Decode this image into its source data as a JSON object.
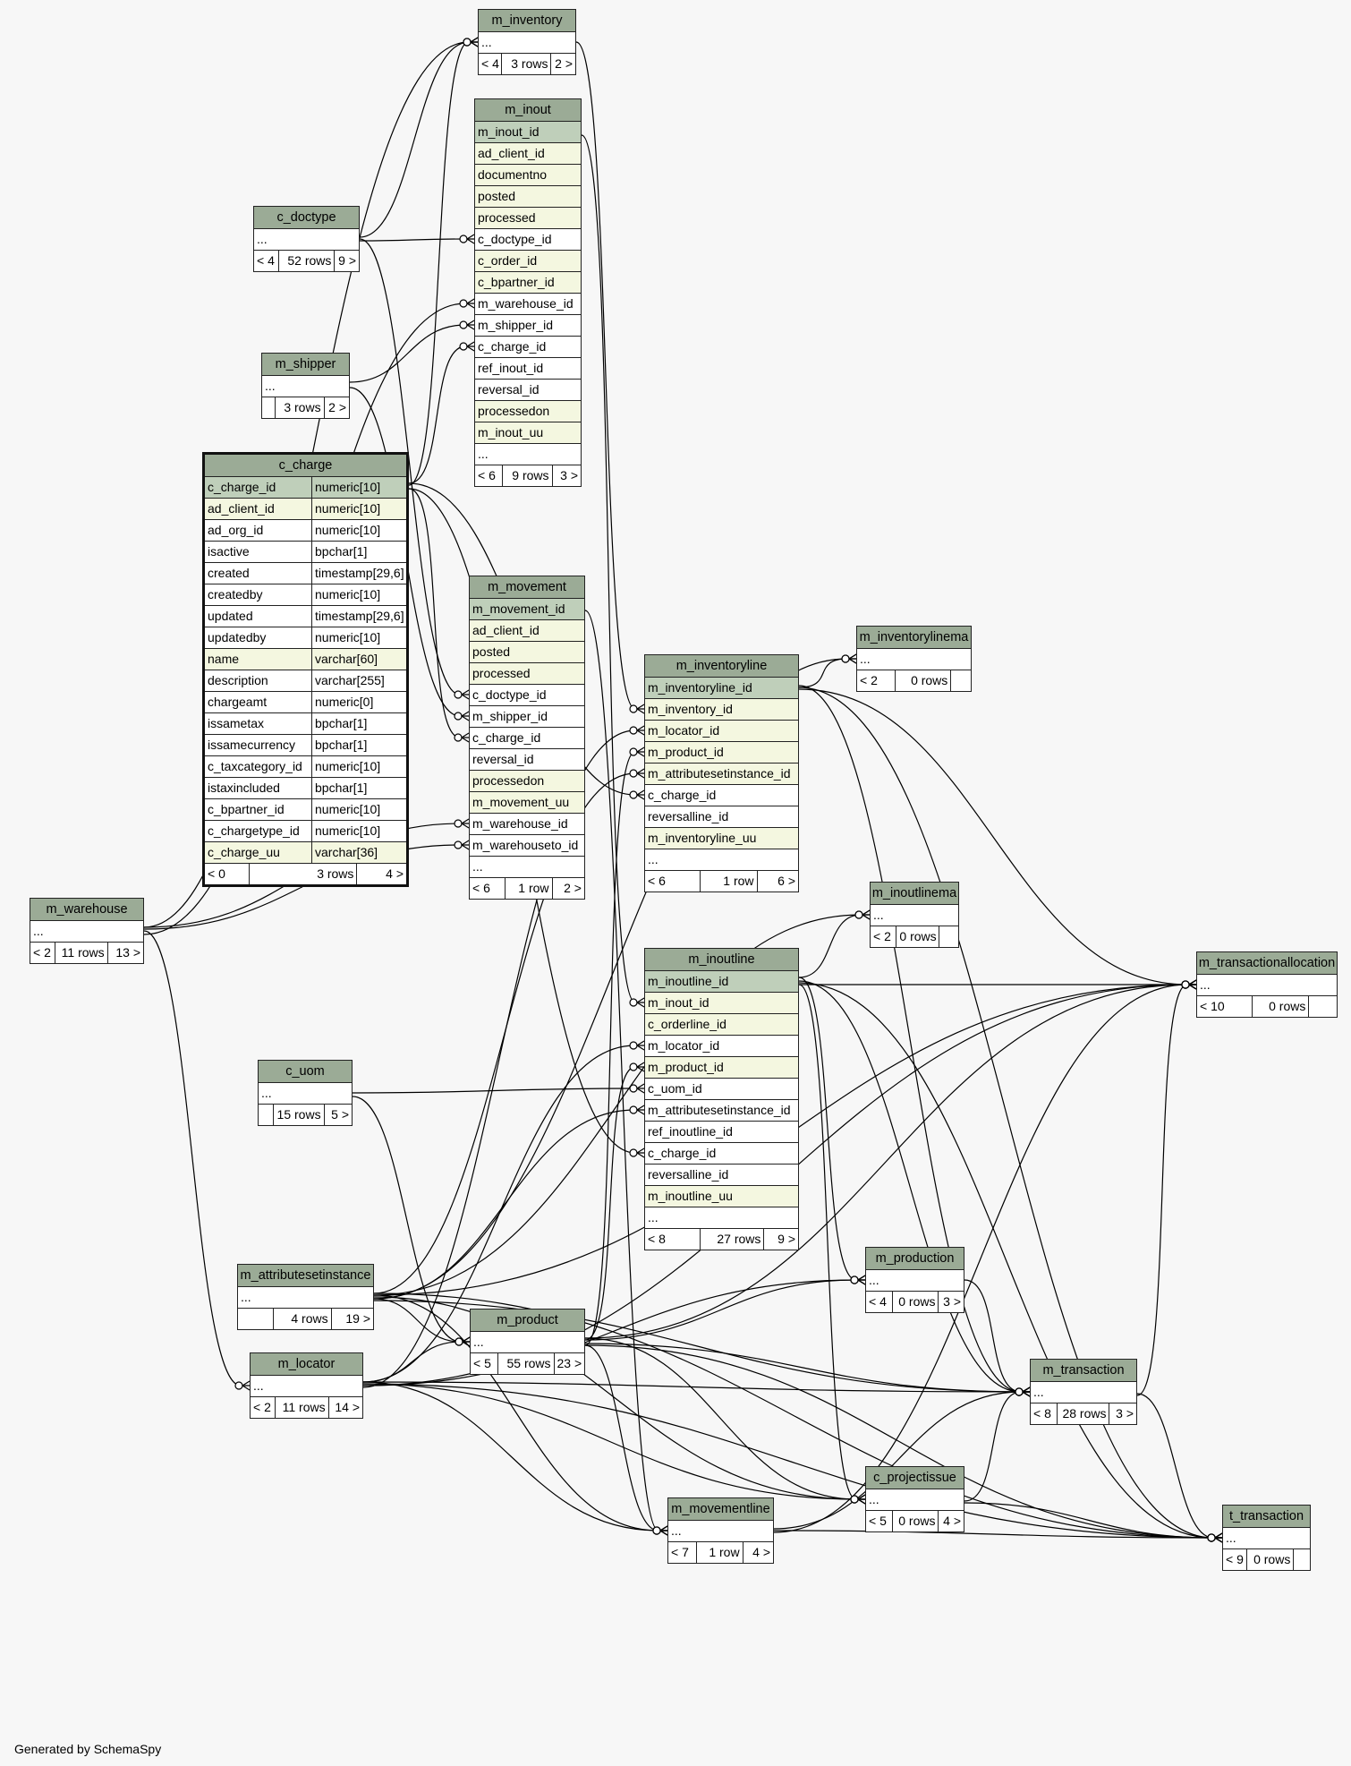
{
  "footer": "Generated by SchemaSpy",
  "colors": {
    "header": "#9bab96",
    "pk_row": "#bfcfba",
    "index_row": "#f4f7e0",
    "background": "#f7f7f7",
    "edge": "#000000"
  },
  "tables": {
    "m_inventory": {
      "name": "m_inventory",
      "rows": [
        {
          "label": "...",
          "kind": "plain"
        }
      ],
      "footer": {
        "parents": "< 4",
        "rowcount": "3 rows",
        "children": "2 >"
      }
    },
    "m_inout": {
      "name": "m_inout",
      "rows": [
        {
          "label": "m_inout_id",
          "kind": "pk"
        },
        {
          "label": "ad_client_id",
          "kind": "ix"
        },
        {
          "label": "documentno",
          "kind": "ix"
        },
        {
          "label": "posted",
          "kind": "ix"
        },
        {
          "label": "processed",
          "kind": "ix"
        },
        {
          "label": "c_doctype_id",
          "kind": "plain"
        },
        {
          "label": "c_order_id",
          "kind": "ix"
        },
        {
          "label": "c_bpartner_id",
          "kind": "ix"
        },
        {
          "label": "m_warehouse_id",
          "kind": "plain"
        },
        {
          "label": "m_shipper_id",
          "kind": "plain"
        },
        {
          "label": "c_charge_id",
          "kind": "plain"
        },
        {
          "label": "ref_inout_id",
          "kind": "plain"
        },
        {
          "label": "reversal_id",
          "kind": "plain"
        },
        {
          "label": "processedon",
          "kind": "ix"
        },
        {
          "label": "m_inout_uu",
          "kind": "ix"
        },
        {
          "label": "...",
          "kind": "plain"
        }
      ],
      "footer": {
        "parents": "< 6",
        "rowcount": "9 rows",
        "children": "3 >"
      }
    },
    "c_doctype": {
      "name": "c_doctype",
      "rows": [
        {
          "label": "...",
          "kind": "plain"
        }
      ],
      "footer": {
        "parents": "< 4",
        "rowcount": "52 rows",
        "children": "9 >"
      }
    },
    "m_shipper": {
      "name": "m_shipper",
      "rows": [
        {
          "label": "...",
          "kind": "plain"
        }
      ],
      "footer": {
        "parents": "",
        "rowcount": "3 rows",
        "children": "2 >"
      }
    },
    "c_charge": {
      "name": "c_charge",
      "rows": [
        {
          "label": "c_charge_id",
          "type": "numeric[10]",
          "kind": "pk"
        },
        {
          "label": "ad_client_id",
          "type": "numeric[10]",
          "kind": "ix"
        },
        {
          "label": "ad_org_id",
          "type": "numeric[10]",
          "kind": "plain"
        },
        {
          "label": "isactive",
          "type": "bpchar[1]",
          "kind": "plain"
        },
        {
          "label": "created",
          "type": "timestamp[29,6]",
          "kind": "plain"
        },
        {
          "label": "createdby",
          "type": "numeric[10]",
          "kind": "plain"
        },
        {
          "label": "updated",
          "type": "timestamp[29,6]",
          "kind": "plain"
        },
        {
          "label": "updatedby",
          "type": "numeric[10]",
          "kind": "plain"
        },
        {
          "label": "name",
          "type": "varchar[60]",
          "kind": "ix"
        },
        {
          "label": "description",
          "type": "varchar[255]",
          "kind": "plain"
        },
        {
          "label": "chargeamt",
          "type": "numeric[0]",
          "kind": "plain"
        },
        {
          "label": "issametax",
          "type": "bpchar[1]",
          "kind": "plain"
        },
        {
          "label": "issamecurrency",
          "type": "bpchar[1]",
          "kind": "plain"
        },
        {
          "label": "c_taxcategory_id",
          "type": "numeric[10]",
          "kind": "plain"
        },
        {
          "label": "istaxincluded",
          "type": "bpchar[1]",
          "kind": "plain"
        },
        {
          "label": "c_bpartner_id",
          "type": "numeric[10]",
          "kind": "plain"
        },
        {
          "label": "c_chargetype_id",
          "type": "numeric[10]",
          "kind": "plain"
        },
        {
          "label": "c_charge_uu",
          "type": "varchar[36]",
          "kind": "ix"
        }
      ],
      "footer": {
        "parents": "< 0",
        "rowcount": "3 rows",
        "children": "4 >"
      }
    },
    "m_movement": {
      "name": "m_movement",
      "rows": [
        {
          "label": "m_movement_id",
          "kind": "pk"
        },
        {
          "label": "ad_client_id",
          "kind": "ix"
        },
        {
          "label": "posted",
          "kind": "ix"
        },
        {
          "label": "processed",
          "kind": "ix"
        },
        {
          "label": "c_doctype_id",
          "kind": "plain"
        },
        {
          "label": "m_shipper_id",
          "kind": "plain"
        },
        {
          "label": "c_charge_id",
          "kind": "plain"
        },
        {
          "label": "reversal_id",
          "kind": "plain"
        },
        {
          "label": "processedon",
          "kind": "ix"
        },
        {
          "label": "m_movement_uu",
          "kind": "ix"
        },
        {
          "label": "m_warehouse_id",
          "kind": "plain"
        },
        {
          "label": "m_warehouseto_id",
          "kind": "plain"
        },
        {
          "label": "...",
          "kind": "plain"
        }
      ],
      "footer": {
        "parents": "< 6",
        "rowcount": "1 row",
        "children": "2 >"
      }
    },
    "m_inventoryline": {
      "name": "m_inventoryline",
      "rows": [
        {
          "label": "m_inventoryline_id",
          "kind": "pk"
        },
        {
          "label": "m_inventory_id",
          "kind": "ix"
        },
        {
          "label": "m_locator_id",
          "kind": "ix"
        },
        {
          "label": "m_product_id",
          "kind": "ix"
        },
        {
          "label": "m_attributesetinstance_id",
          "kind": "ix"
        },
        {
          "label": "c_charge_id",
          "kind": "plain"
        },
        {
          "label": "reversalline_id",
          "kind": "plain"
        },
        {
          "label": "m_inventoryline_uu",
          "kind": "ix"
        },
        {
          "label": "...",
          "kind": "plain"
        }
      ],
      "footer": {
        "parents": "< 6",
        "rowcount": "1 row",
        "children": "6 >"
      }
    },
    "m_inventorylinema": {
      "name": "m_inventorylinema",
      "rows": [
        {
          "label": "...",
          "kind": "plain"
        }
      ],
      "footer": {
        "parents": "< 2",
        "rowcount": "0 rows",
        "children": ""
      }
    },
    "m_warehouse": {
      "name": "m_warehouse",
      "rows": [
        {
          "label": "...",
          "kind": "plain"
        }
      ],
      "footer": {
        "parents": "< 2",
        "rowcount": "11 rows",
        "children": "13 >"
      }
    },
    "m_inoutlinema": {
      "name": "m_inoutlinema",
      "rows": [
        {
          "label": "...",
          "kind": "plain"
        }
      ],
      "footer": {
        "parents": "< 2",
        "rowcount": "0 rows",
        "children": ""
      }
    },
    "m_inoutline": {
      "name": "m_inoutline",
      "rows": [
        {
          "label": "m_inoutline_id",
          "kind": "pk"
        },
        {
          "label": "m_inout_id",
          "kind": "ix"
        },
        {
          "label": "c_orderline_id",
          "kind": "ix"
        },
        {
          "label": "m_locator_id",
          "kind": "plain"
        },
        {
          "label": "m_product_id",
          "kind": "ix"
        },
        {
          "label": "c_uom_id",
          "kind": "plain"
        },
        {
          "label": "m_attributesetinstance_id",
          "kind": "plain"
        },
        {
          "label": "ref_inoutline_id",
          "kind": "plain"
        },
        {
          "label": "c_charge_id",
          "kind": "plain"
        },
        {
          "label": "reversalline_id",
          "kind": "plain"
        },
        {
          "label": "m_inoutline_uu",
          "kind": "ix"
        },
        {
          "label": "...",
          "kind": "plain"
        }
      ],
      "footer": {
        "parents": "< 8",
        "rowcount": "27 rows",
        "children": "9 >"
      }
    },
    "m_transactionallocation": {
      "name": "m_transactionallocation",
      "rows": [
        {
          "label": "...",
          "kind": "plain"
        }
      ],
      "footer": {
        "parents": "< 10",
        "rowcount": "0 rows",
        "children": ""
      }
    },
    "c_uom": {
      "name": "c_uom",
      "rows": [
        {
          "label": "...",
          "kind": "plain"
        }
      ],
      "footer": {
        "parents": "",
        "rowcount": "15 rows",
        "children": "5 >"
      }
    },
    "m_attributesetinstance": {
      "name": "m_attributesetinstance",
      "rows": [
        {
          "label": "...",
          "kind": "plain"
        }
      ],
      "footer": {
        "parents": "",
        "rowcount": "4 rows",
        "children": "19 >"
      }
    },
    "m_production": {
      "name": "m_production",
      "rows": [
        {
          "label": "...",
          "kind": "plain"
        }
      ],
      "footer": {
        "parents": "< 4",
        "rowcount": "0 rows",
        "children": "3 >"
      }
    },
    "m_product": {
      "name": "m_product",
      "rows": [
        {
          "label": "...",
          "kind": "plain"
        }
      ],
      "footer": {
        "parents": "< 5",
        "rowcount": "55 rows",
        "children": "23 >"
      }
    },
    "m_locator": {
      "name": "m_locator",
      "rows": [
        {
          "label": "...",
          "kind": "plain"
        }
      ],
      "footer": {
        "parents": "< 2",
        "rowcount": "11 rows",
        "children": "14 >"
      }
    },
    "m_transaction": {
      "name": "m_transaction",
      "rows": [
        {
          "label": "...",
          "kind": "plain"
        }
      ],
      "footer": {
        "parents": "< 8",
        "rowcount": "28 rows",
        "children": "3 >"
      }
    },
    "c_projectissue": {
      "name": "c_projectissue",
      "rows": [
        {
          "label": "...",
          "kind": "plain"
        }
      ],
      "footer": {
        "parents": "< 5",
        "rowcount": "0 rows",
        "children": "4 >"
      }
    },
    "m_movementline": {
      "name": "m_movementline",
      "rows": [
        {
          "label": "...",
          "kind": "plain"
        }
      ],
      "footer": {
        "parents": "< 7",
        "rowcount": "1 row",
        "children": "4 >"
      }
    },
    "t_transaction": {
      "name": "t_transaction",
      "rows": [
        {
          "label": "...",
          "kind": "plain"
        }
      ],
      "footer": {
        "parents": "< 9",
        "rowcount": "0 rows",
        "children": ""
      }
    }
  },
  "relationships": [
    {
      "from": "m_warehouse",
      "to": "m_inventory"
    },
    {
      "from": "c_doctype",
      "to": "m_inventory"
    },
    {
      "from": "c_charge",
      "to": "m_inventory"
    },
    {
      "from": "c_doctype",
      "to": "m_inout.c_doctype_id"
    },
    {
      "from": "m_warehouse",
      "to": "m_inout.m_warehouse_id"
    },
    {
      "from": "m_shipper",
      "to": "m_inout.m_shipper_id"
    },
    {
      "from": "c_charge",
      "to": "m_inout.c_charge_id"
    },
    {
      "from": "c_doctype",
      "to": "m_movement.c_doctype_id"
    },
    {
      "from": "m_shipper",
      "to": "m_movement.m_shipper_id"
    },
    {
      "from": "c_charge",
      "to": "m_movement.c_charge_id"
    },
    {
      "from": "m_warehouse",
      "to": "m_movement.m_warehouse_id"
    },
    {
      "from": "m_warehouse",
      "to": "m_movement.m_warehouseto_id"
    },
    {
      "from": "m_inventory",
      "to": "m_inventoryline.m_inventory_id"
    },
    {
      "from": "m_locator",
      "to": "m_inventoryline.m_locator_id"
    },
    {
      "from": "m_product",
      "to": "m_inventoryline.m_product_id"
    },
    {
      "from": "m_attributesetinstance",
      "to": "m_inventoryline.m_attributesetinstance_id"
    },
    {
      "from": "c_charge",
      "to": "m_inventoryline.c_charge_id"
    },
    {
      "from": "m_inventoryline",
      "to": "m_inventorylinema"
    },
    {
      "from": "m_attributesetinstance",
      "to": "m_inventorylinema"
    },
    {
      "from": "m_inout",
      "to": "m_inoutline.m_inout_id"
    },
    {
      "from": "m_locator",
      "to": "m_inoutline.m_locator_id"
    },
    {
      "from": "m_product",
      "to": "m_inoutline.m_product_id"
    },
    {
      "from": "c_uom",
      "to": "m_inoutline.c_uom_id"
    },
    {
      "from": "m_attributesetinstance",
      "to": "m_inoutline.m_attributesetinstance_id"
    },
    {
      "from": "c_charge",
      "to": "m_inoutline.c_charge_id"
    },
    {
      "from": "m_inoutline",
      "to": "m_inoutlinema"
    },
    {
      "from": "m_attributesetinstance",
      "to": "m_inoutlinema"
    },
    {
      "from": "m_warehouse",
      "to": "m_locator"
    },
    {
      "from": "m_inventoryline",
      "to": "m_transactionallocation"
    },
    {
      "from": "m_inoutline",
      "to": "m_transactionallocation"
    },
    {
      "from": "m_product",
      "to": "m_transactionallocation"
    },
    {
      "from": "m_attributesetinstance",
      "to": "m_transactionallocation"
    },
    {
      "from": "m_locator",
      "to": "m_transactionallocation"
    },
    {
      "from": "m_movementline",
      "to": "m_transactionallocation"
    },
    {
      "from": "m_transaction",
      "to": "m_transactionallocation"
    },
    {
      "from": "m_inoutline",
      "to": "m_production"
    },
    {
      "from": "m_product",
      "to": "m_production"
    },
    {
      "from": "m_locator",
      "to": "m_production"
    },
    {
      "from": "m_attributesetinstance",
      "to": "m_product"
    },
    {
      "from": "c_uom",
      "to": "m_product"
    },
    {
      "from": "m_locator",
      "to": "m_product"
    },
    {
      "from": "m_inventoryline",
      "to": "m_transaction"
    },
    {
      "from": "m_inoutline",
      "to": "m_transaction"
    },
    {
      "from": "m_product",
      "to": "m_transaction"
    },
    {
      "from": "m_attributesetinstance",
      "to": "m_transaction"
    },
    {
      "from": "m_locator",
      "to": "m_transaction"
    },
    {
      "from": "m_movementline",
      "to": "m_transaction"
    },
    {
      "from": "m_production",
      "to": "m_transaction"
    },
    {
      "from": "c_projectissue",
      "to": "m_transaction"
    },
    {
      "from": "m_inoutline",
      "to": "c_projectissue"
    },
    {
      "from": "m_product",
      "to": "c_projectissue"
    },
    {
      "from": "m_locator",
      "to": "c_projectissue"
    },
    {
      "from": "m_attributesetinstance",
      "to": "c_projectissue"
    },
    {
      "from": "m_movement",
      "to": "m_movementline"
    },
    {
      "from": "m_product",
      "to": "m_movementline"
    },
    {
      "from": "m_locator",
      "to": "m_movementline"
    },
    {
      "from": "m_attributesetinstance",
      "to": "m_movementline"
    },
    {
      "from": "m_inventoryline",
      "to": "t_transaction"
    },
    {
      "from": "m_inoutline",
      "to": "t_transaction"
    },
    {
      "from": "m_product",
      "to": "t_transaction"
    },
    {
      "from": "m_attributesetinstance",
      "to": "t_transaction"
    },
    {
      "from": "m_locator",
      "to": "t_transaction"
    },
    {
      "from": "m_movementline",
      "to": "t_transaction"
    },
    {
      "from": "m_transaction",
      "to": "t_transaction"
    },
    {
      "from": "c_projectissue",
      "to": "t_transaction"
    }
  ]
}
